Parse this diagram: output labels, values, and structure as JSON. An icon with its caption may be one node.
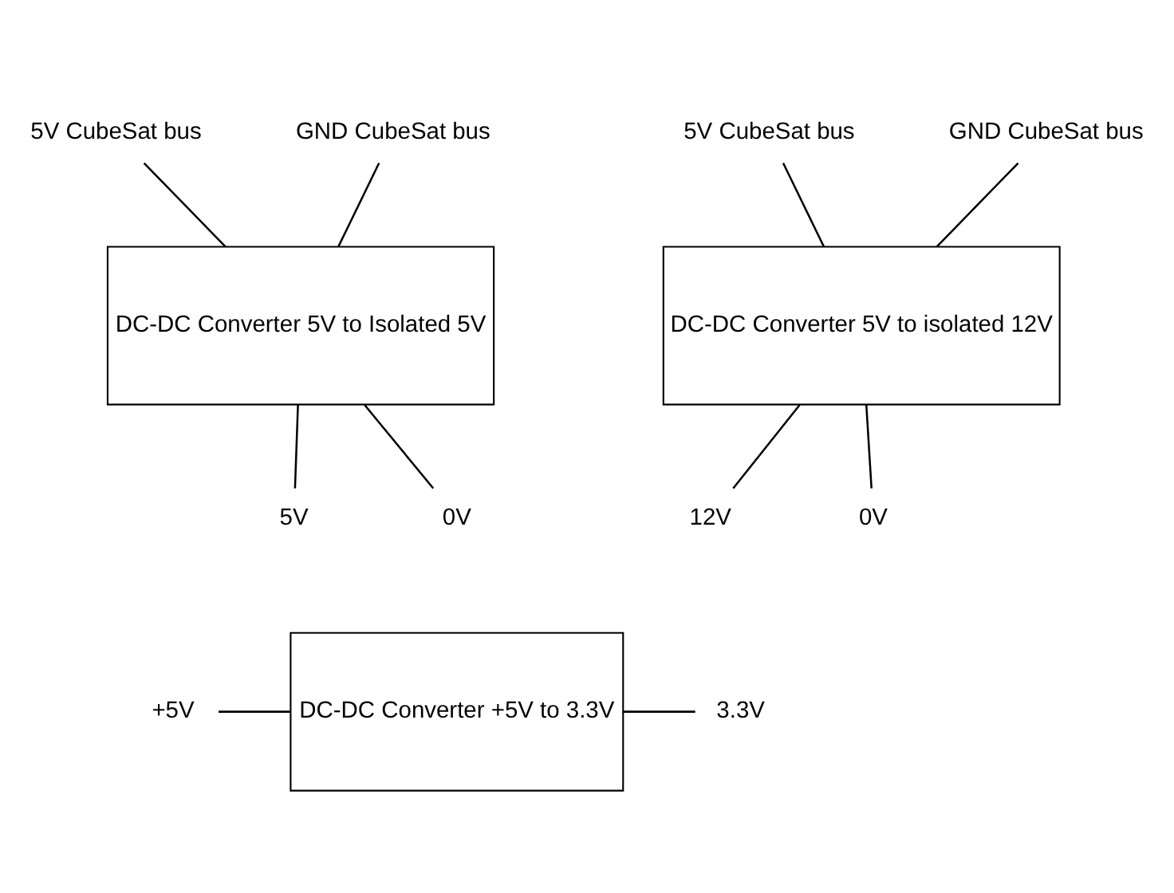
{
  "diagram": {
    "nodes": [
      {
        "text": [
          "5V CubeSat bus"
        ]
      },
      {
        "text": [
          "GND CubeSat bus"
        ]
      },
      {
        "text": [
          "DC-DC Converter 5V to Isolated 5V"
        ]
      },
      {
        "text": [
          "5V"
        ]
      },
      {
        "text": [
          "0V"
        ]
      },
      {
        "text": [
          "5V CubeSat bus"
        ]
      },
      {
        "text": [
          "GND CubeSat bus"
        ]
      },
      {
        "text": [
          "DC-DC Converter 5V to isolated 12V"
        ]
      },
      {
        "text": [
          "12V"
        ]
      },
      {
        "text": [
          "0V"
        ]
      },
      {
        "text": [
          "+5V"
        ]
      },
      {
        "text": [
          "DC-DC Converter +5V to 3.3V"
        ]
      },
      {
        "text": [
          "3.3V"
        ]
      }
    ],
    "edges": [
      {
        "from": 0,
        "to": 2,
        "arrow": "none"
      },
      {
        "from": 1,
        "to": 2,
        "arrow": "none"
      },
      {
        "from": 2,
        "to": 3,
        "arrow": "none"
      },
      {
        "from": 2,
        "to": 4,
        "arrow": "none"
      },
      {
        "from": 5,
        "to": 7,
        "arrow": "none"
      },
      {
        "from": 6,
        "to": 7,
        "arrow": "none"
      },
      {
        "from": 7,
        "to": 8,
        "arrow": "none"
      },
      {
        "from": 7,
        "to": 9,
        "arrow": "none"
      },
      {
        "from": 10,
        "to": 11,
        "arrow": "none"
      },
      {
        "from": 11,
        "to": 12,
        "arrow": "none"
      }
    ]
  }
}
